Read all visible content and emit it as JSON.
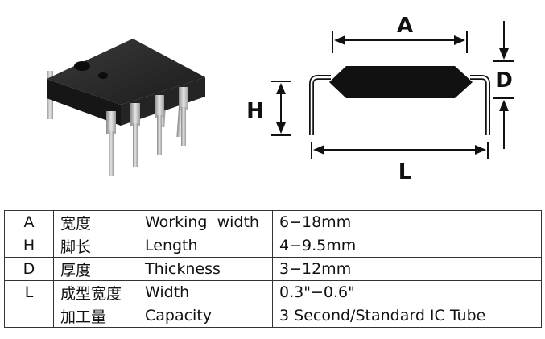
{
  "diagram": {
    "labels": {
      "A": "A",
      "H": "H",
      "D": "D",
      "L": "L"
    }
  },
  "table": {
    "rows": [
      {
        "symbol": "A",
        "chinese": "宽度",
        "english": "Working  width",
        "value": "6−18mm"
      },
      {
        "symbol": "H",
        "chinese": "脚长",
        "english": "Length",
        "value": "4−9.5mm"
      },
      {
        "symbol": "D",
        "chinese": "厚度",
        "english": "Thickness",
        "value": "3−12mm"
      },
      {
        "symbol": "L",
        "chinese": "成型宽度",
        "english": "Width",
        "value": "0.3\"−0.6\""
      },
      {
        "symbol": "",
        "chinese": "加工量",
        "english": "Capacity",
        "value": "3 Second/Standard IC Tube"
      }
    ]
  }
}
